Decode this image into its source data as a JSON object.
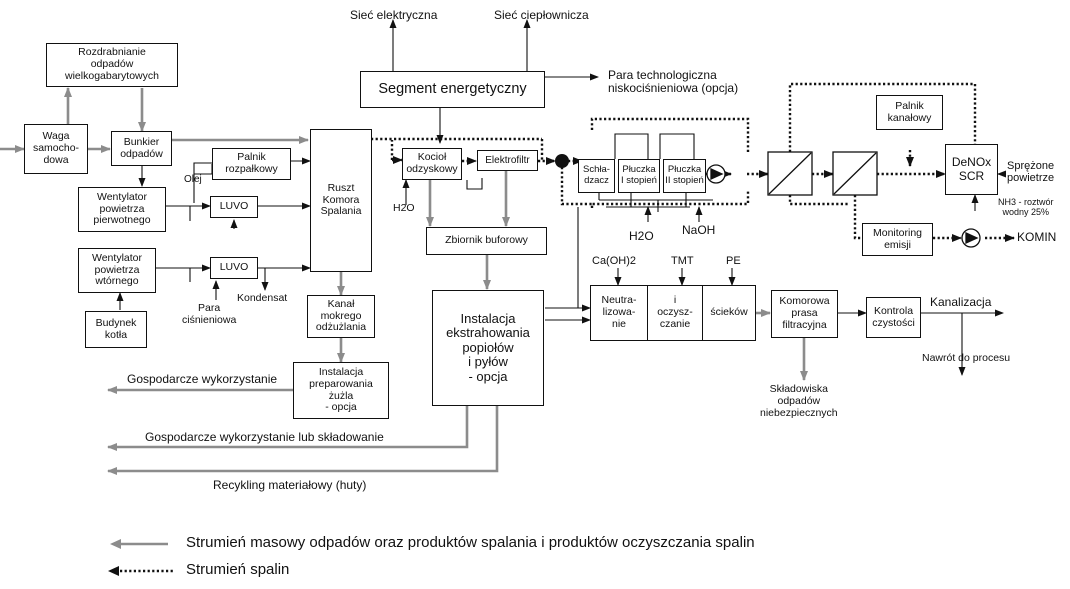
{
  "colors": {
    "mass_stream": "#8c8c8c",
    "flue_stream": "#111111",
    "box_border": "#111111"
  },
  "boxes": {
    "rozdrabnianie": "Rozdrabnianie\nodpadów\nwielkogabarytowych",
    "waga": "Waga\nsamocho-\ndowa",
    "bunkier": "Bunkier\nodpadów",
    "wentylator_pierwotny": "Wentylator\npowietrza\npierwotnego",
    "wentylator_wtorny": "Wentylator\npowietrza\nwtórnego",
    "budynek": "Budynek\nkotła",
    "palnik_rozpalkowy": "Palnik\nrozpałkowy",
    "luvo1": "LUVO",
    "luvo2": "LUVO",
    "ruszt": "Ruszt\nKomora\nSpalania",
    "segment": "Segment energetyczny",
    "kociol": "Kocioł\nodzyskowy",
    "elektrofiltr": "Elektrofiltr",
    "zbiornik": "Zbiornik buforowy",
    "kanal": "Kanał\nmokrego\nodżużlania",
    "instalacja_zuzla": "Instalacja\npreparowania\nżużla\n- opcja",
    "instalacja_popiolow": "Instalacja\nekstrahowania\npopiołów\ni pyłów\n- opcja",
    "schladzacz": "Schła-\ndzacz",
    "pluczka1": "Płuczka\nI stopień",
    "pluczka2": "Płuczka\nII stopień",
    "palnik_kanalowy": "Palnik\nkanałowy",
    "denox": "DeNOx\nSCR",
    "monitoring": "Monitoring\nemisji",
    "neutralizowanie": "Neutra-\nlizowa-\nnie",
    "oczyszczanie": "i\noczysz-\nczanie",
    "sciekow": "ścieków",
    "prasa": "Komorowa\nprasa\nfiltracyjna",
    "kontrola": "Kontrola\nczystości"
  },
  "labels": {
    "siec_elektryczna": "Sieć elektryczna",
    "siec_cieplownicza": "Sieć ciepłownicza",
    "para_technologiczna": "Para technologiczna\nniskociśnieniowa (opcja)",
    "olej": "Olej",
    "para_cisnieniowa": "Para\nciśnieniowa",
    "kondensat": "Kondensat",
    "h2o_left": "H2O",
    "h2o_scrubber": "H2O",
    "naoh": "NaOH",
    "sprezone": "Sprężone\npowietrze",
    "nh3": "NH3 - roztwór\nwodny 25%",
    "komin": "KOMIN",
    "caoh2": "Ca(OH)2",
    "tmt": "TMT",
    "pe": "PE",
    "kanalizacja": "Kanalizacja",
    "nawrot": "Nawrót  do procesu",
    "skladowiska": "Składowiska\nodpadów\nniebezpiecznych",
    "gospodarcze1": "Gospodarcze wykorzystanie",
    "gospodarcze2": "Gospodarcze wykorzystanie lub składowanie",
    "recykling": "Recykling materiałowy (huty)"
  },
  "legend": {
    "mass": "Strumień masowy odpadów oraz produktów spalania i produktów oczyszczania spalin",
    "flue": "Strumień spalin"
  }
}
